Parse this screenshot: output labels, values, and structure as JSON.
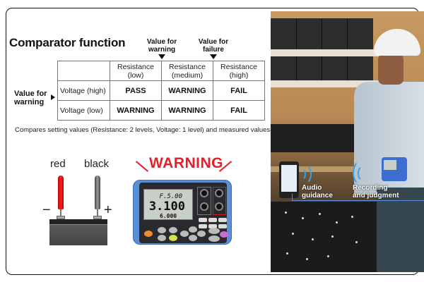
{
  "diagram": {
    "title": "Comparator function",
    "column_annotations": [
      {
        "text_line1": "Value for",
        "text_line2": "warning"
      },
      {
        "text_line1": "Value for",
        "text_line2": "failure"
      }
    ],
    "row_annotation": {
      "text_line1": "Value for",
      "text_line2": "warning"
    },
    "table": {
      "headers": [
        {
          "line1": "",
          "line2": ""
        },
        {
          "line1": "Resistance",
          "line2": "(low)"
        },
        {
          "line1": "Resistance",
          "line2": "(medium)"
        },
        {
          "line1": "Resistance",
          "line2": "(high)"
        }
      ],
      "rows": [
        {
          "label": "Voltage (high)",
          "cells": [
            "PASS",
            "WARNING",
            "FAIL"
          ]
        },
        {
          "label": "Voltage (low)",
          "cells": [
            "WARNING",
            "WARNING",
            "FAIL"
          ]
        }
      ]
    },
    "caption": "Compares setting values (Resistance: 2 levels, Voltage: 1 level) and measured values"
  },
  "probe_illustration": {
    "red_label": "red",
    "black_label": "black",
    "minus_sign": "−",
    "plus_sign": "+"
  },
  "meter": {
    "warning_label": "WARNING",
    "warning_color": "#e6202b",
    "display_top": "F.5.00",
    "display_main": "3.100",
    "display_bottom": "6.000"
  },
  "photo": {
    "label_audio_line1": "Audio",
    "label_audio_line2": "guidance",
    "label_recording_line1": "Recording",
    "label_recording_line2": "and judgment",
    "accent_color": "#3aa0e8"
  }
}
